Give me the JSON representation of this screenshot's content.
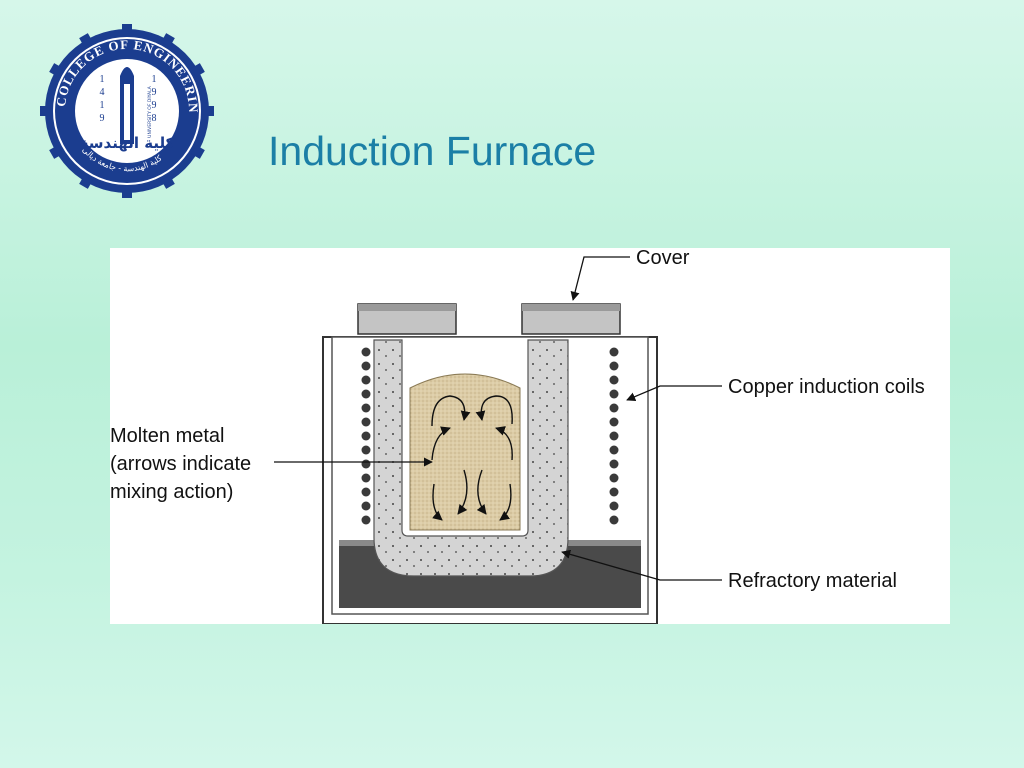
{
  "slide": {
    "title": "Induction Furnace"
  },
  "logo": {
    "ring_text": "COLLEGE OF ENGINEERING",
    "left_digits": [
      "1",
      "4",
      "1",
      "9"
    ],
    "right_digits": [
      "1",
      "9",
      "9",
      "8"
    ],
    "tower_text": "UNIVERSITY OF DIYALA",
    "arabic_text": "كلية الهندسة",
    "bottom_text": "كلية الهندسة - جامعة ديالى",
    "colors": {
      "ring": "#1b3d8f",
      "gear": "#1b3d8f",
      "inner": "#ffffff"
    }
  },
  "diagram": {
    "labels": {
      "cover": "Cover",
      "coils": "Copper induction coils",
      "molten_line1": "Molten metal",
      "molten_line2": "(arrows indicate",
      "molten_line3": "mixing action)",
      "refractory": "Refractory material"
    },
    "colors": {
      "molten_metal": "#d8c8a0",
      "refractory": "#d4d4d4",
      "cover": "#c4c4c4",
      "base": "#4a4a4a",
      "coil": "#3a3a3a"
    }
  }
}
